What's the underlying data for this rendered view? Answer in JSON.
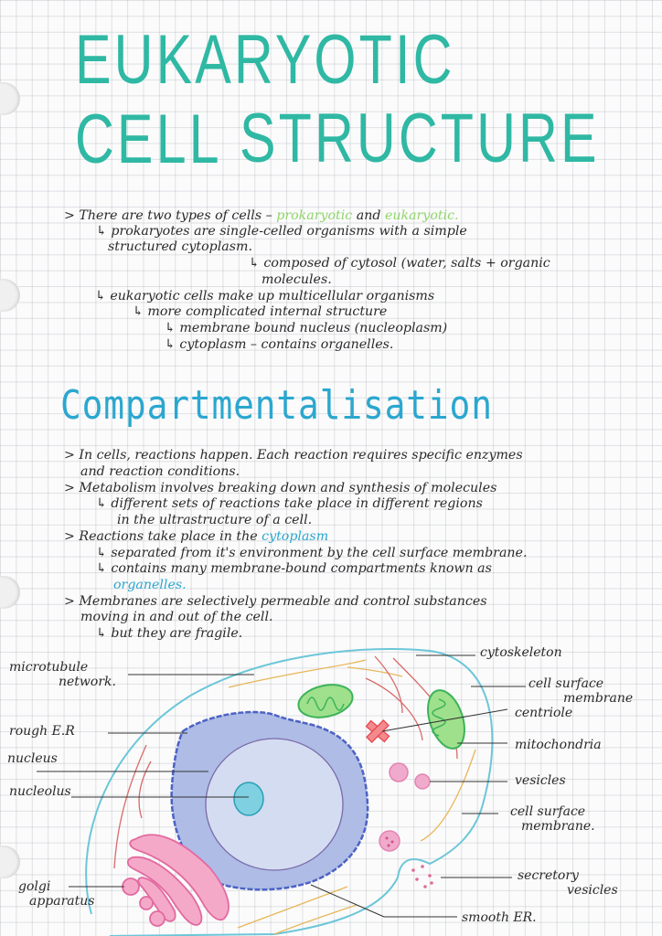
{
  "title": {
    "line1": "EUKARYOTIC CELL",
    "line2": "STRUCTURE",
    "color": "#2fb8a3"
  },
  "intro": {
    "lines": [
      {
        "prefix": "> ",
        "text_before": "There are two types of cells – ",
        "highlight1": "prokaryotic",
        "middle": " and ",
        "highlight2": "eukaryotic.",
        "highlight_color": "#8fd46b"
      },
      {
        "text": "↳ prokaryotes are single-celled organisms with a simple"
      },
      {
        "text": "structured cytoplasm."
      },
      {
        "text": "↳ composed of cytosol (water, salts + organic"
      },
      {
        "text": "molecules."
      },
      {
        "text": "↳ eukaryotic cells make up multicellular organisms"
      },
      {
        "text": "↳ more complicated internal structure"
      },
      {
        "text": "↳ membrane bound nucleus (nucleoplasm)"
      },
      {
        "text": "↳ cytoplasm – contains organelles."
      }
    ]
  },
  "section": {
    "heading": "Compartmentalisation",
    "color": "#2ba7cf",
    "lines": [
      {
        "text": "> In cells, reactions happen. Each reaction requires specific enzymes"
      },
      {
        "text": "and reaction conditions."
      },
      {
        "text": "> Metabolism involves breaking down and synthesis of molecules"
      },
      {
        "text": "↳ different sets of reactions take place in different regions"
      },
      {
        "text": "in the ultrastructure of a cell."
      },
      {
        "text_before": "> Reactions take place in the ",
        "highlight": "cytoplasm"
      },
      {
        "text": "↳ separated from it's environment by the cell surface membrane."
      },
      {
        "text": "↳ contains many membrane-bound compartments known as"
      },
      {
        "highlight": "organelles."
      },
      {
        "text": "> Membranes are selectively permeable and control substances"
      },
      {
        "text": "moving in and out of the cell."
      },
      {
        "text": "↳ but they are fragile."
      }
    ]
  },
  "diagram": {
    "labels_left": [
      {
        "text": "microtubule",
        "text2": "network."
      },
      {
        "text": "rough E.R"
      },
      {
        "text": "nucleus"
      },
      {
        "text": "nucleolus"
      },
      {
        "text": "golgi",
        "text2": "apparatus"
      }
    ],
    "labels_right": [
      {
        "text": "cytoskeleton"
      },
      {
        "text": "cell surface",
        "text2": "membrane"
      },
      {
        "text": "centriole"
      },
      {
        "text": "mitochondria"
      },
      {
        "text": "vesicles"
      },
      {
        "text": "cell surface",
        "text2": "membrane."
      },
      {
        "text": "secretory",
        "text2": "vesicles"
      },
      {
        "text": "smooth ER."
      }
    ],
    "colors": {
      "membrane": "#6cc6d8",
      "nucleus_fill": "#c9d3ef",
      "er": "#4c62c4",
      "mitochondria": "#3cb35a",
      "mitochondria_fill": "#9fe08c",
      "golgi": "#e26aa0",
      "golgi_fill": "#f5a9c9",
      "centriole": "#e8484f",
      "vesicle": "#e383b2",
      "cytoskeleton_red": "#d96a6a",
      "cytoskeleton_yellow": "#e8b65a"
    }
  }
}
